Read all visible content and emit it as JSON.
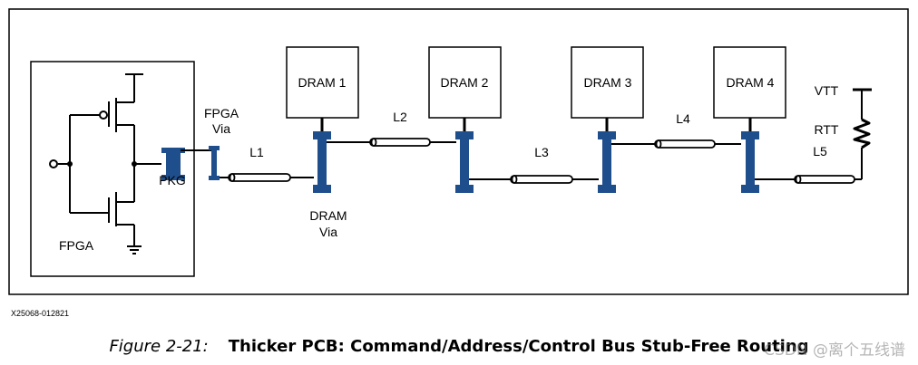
{
  "labels": {
    "fpga_via": [
      "FPGA",
      "Via"
    ],
    "pkg": "PKG",
    "fpga": "FPGA",
    "dram_via": [
      "DRAM",
      "Via"
    ],
    "dram": [
      "DRAM 1",
      "DRAM 2",
      "DRAM 3",
      "DRAM 4"
    ],
    "lines": [
      "L1",
      "L2",
      "L3",
      "L4",
      "L5"
    ],
    "vtt": "VTT",
    "rtt": "RTT"
  },
  "figure_id": "X25068-012821",
  "caption": {
    "number": "Figure 2-21:",
    "title": "Thicker PCB: Command/Address/Control Bus Stub-Free Routing"
  },
  "watermark": "CSDN @离个五线谱",
  "colors": {
    "via": "#1f4e8c",
    "line": "#000000"
  }
}
